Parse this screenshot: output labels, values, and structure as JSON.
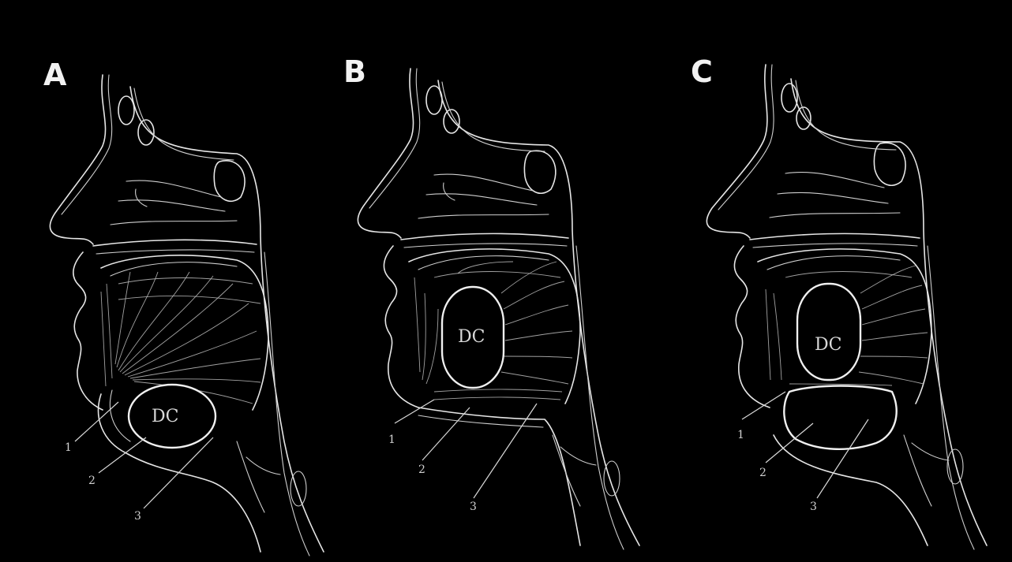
{
  "panels": [
    {
      "letter": "A",
      "cyst_label": "DC",
      "callouts": [
        "1",
        "2",
        "3"
      ]
    },
    {
      "letter": "B",
      "cyst_label": "DC",
      "callouts": [
        "1",
        "2",
        "3"
      ]
    },
    {
      "letter": "C",
      "cyst_label": "DC",
      "callouts": [
        "1",
        "2",
        "3"
      ]
    }
  ],
  "colors": {
    "background": "#000000",
    "line": "#e6e6e6"
  }
}
